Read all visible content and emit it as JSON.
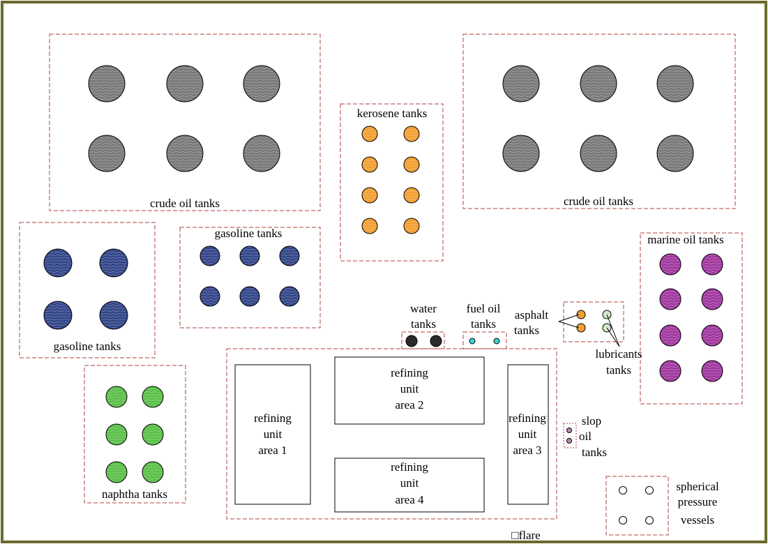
{
  "colors": {
    "border": "#6b6b2e",
    "zone_outline": "#b04040",
    "crude": "#7a7a7a",
    "gasoline": "#34478a",
    "kerosene": "#f2a033",
    "naphtha": "#5cc04a",
    "marine": "#a23aa0",
    "water": "#2a2a2a",
    "fuel_oil": "#37d3d3",
    "asphalt": "#f2a033",
    "lubricants": "#cfe8c8",
    "slop": "#b78ab8",
    "spherical": "#ffffff"
  },
  "zones": {
    "crude_left": {
      "label": "crude oil tanks"
    },
    "crude_right": {
      "label": "crude oil tanks"
    },
    "kerosene": {
      "label": "kerosene tanks"
    },
    "gasoline_mid": {
      "label": "gasoline tanks"
    },
    "gasoline_left": {
      "label": "gasoline tanks"
    },
    "naphtha": {
      "label": "naphtha tanks"
    },
    "marine": {
      "label": "marine oil tanks"
    },
    "water": {
      "label_1": "water",
      "label_2": "tanks"
    },
    "fuel_oil": {
      "label_1": "fuel oil",
      "label_2": "tanks"
    },
    "asphalt": {
      "label_1": "asphalt",
      "label_2": "tanks"
    },
    "lubricants": {
      "label_1": "lubricants",
      "label_2": "tanks"
    },
    "slop": {
      "label_1": "slop",
      "label_2": "oil",
      "label_3": "tanks"
    },
    "spherical": {
      "label_1": "spherical",
      "label_2": "pressure",
      "label_3": "vessels"
    }
  },
  "refining_units": {
    "area1": {
      "line1": "refining",
      "line2": "unit",
      "line3": "area 1"
    },
    "area2": {
      "line1": "refining",
      "line2": "unit",
      "line3": "area 2"
    },
    "area3": {
      "line1": "refining",
      "line2": "unit",
      "line3": "area 3"
    },
    "area4": {
      "line1": "refining",
      "line2": "unit",
      "line3": "area 4"
    }
  },
  "flare": {
    "label": "□flare"
  }
}
